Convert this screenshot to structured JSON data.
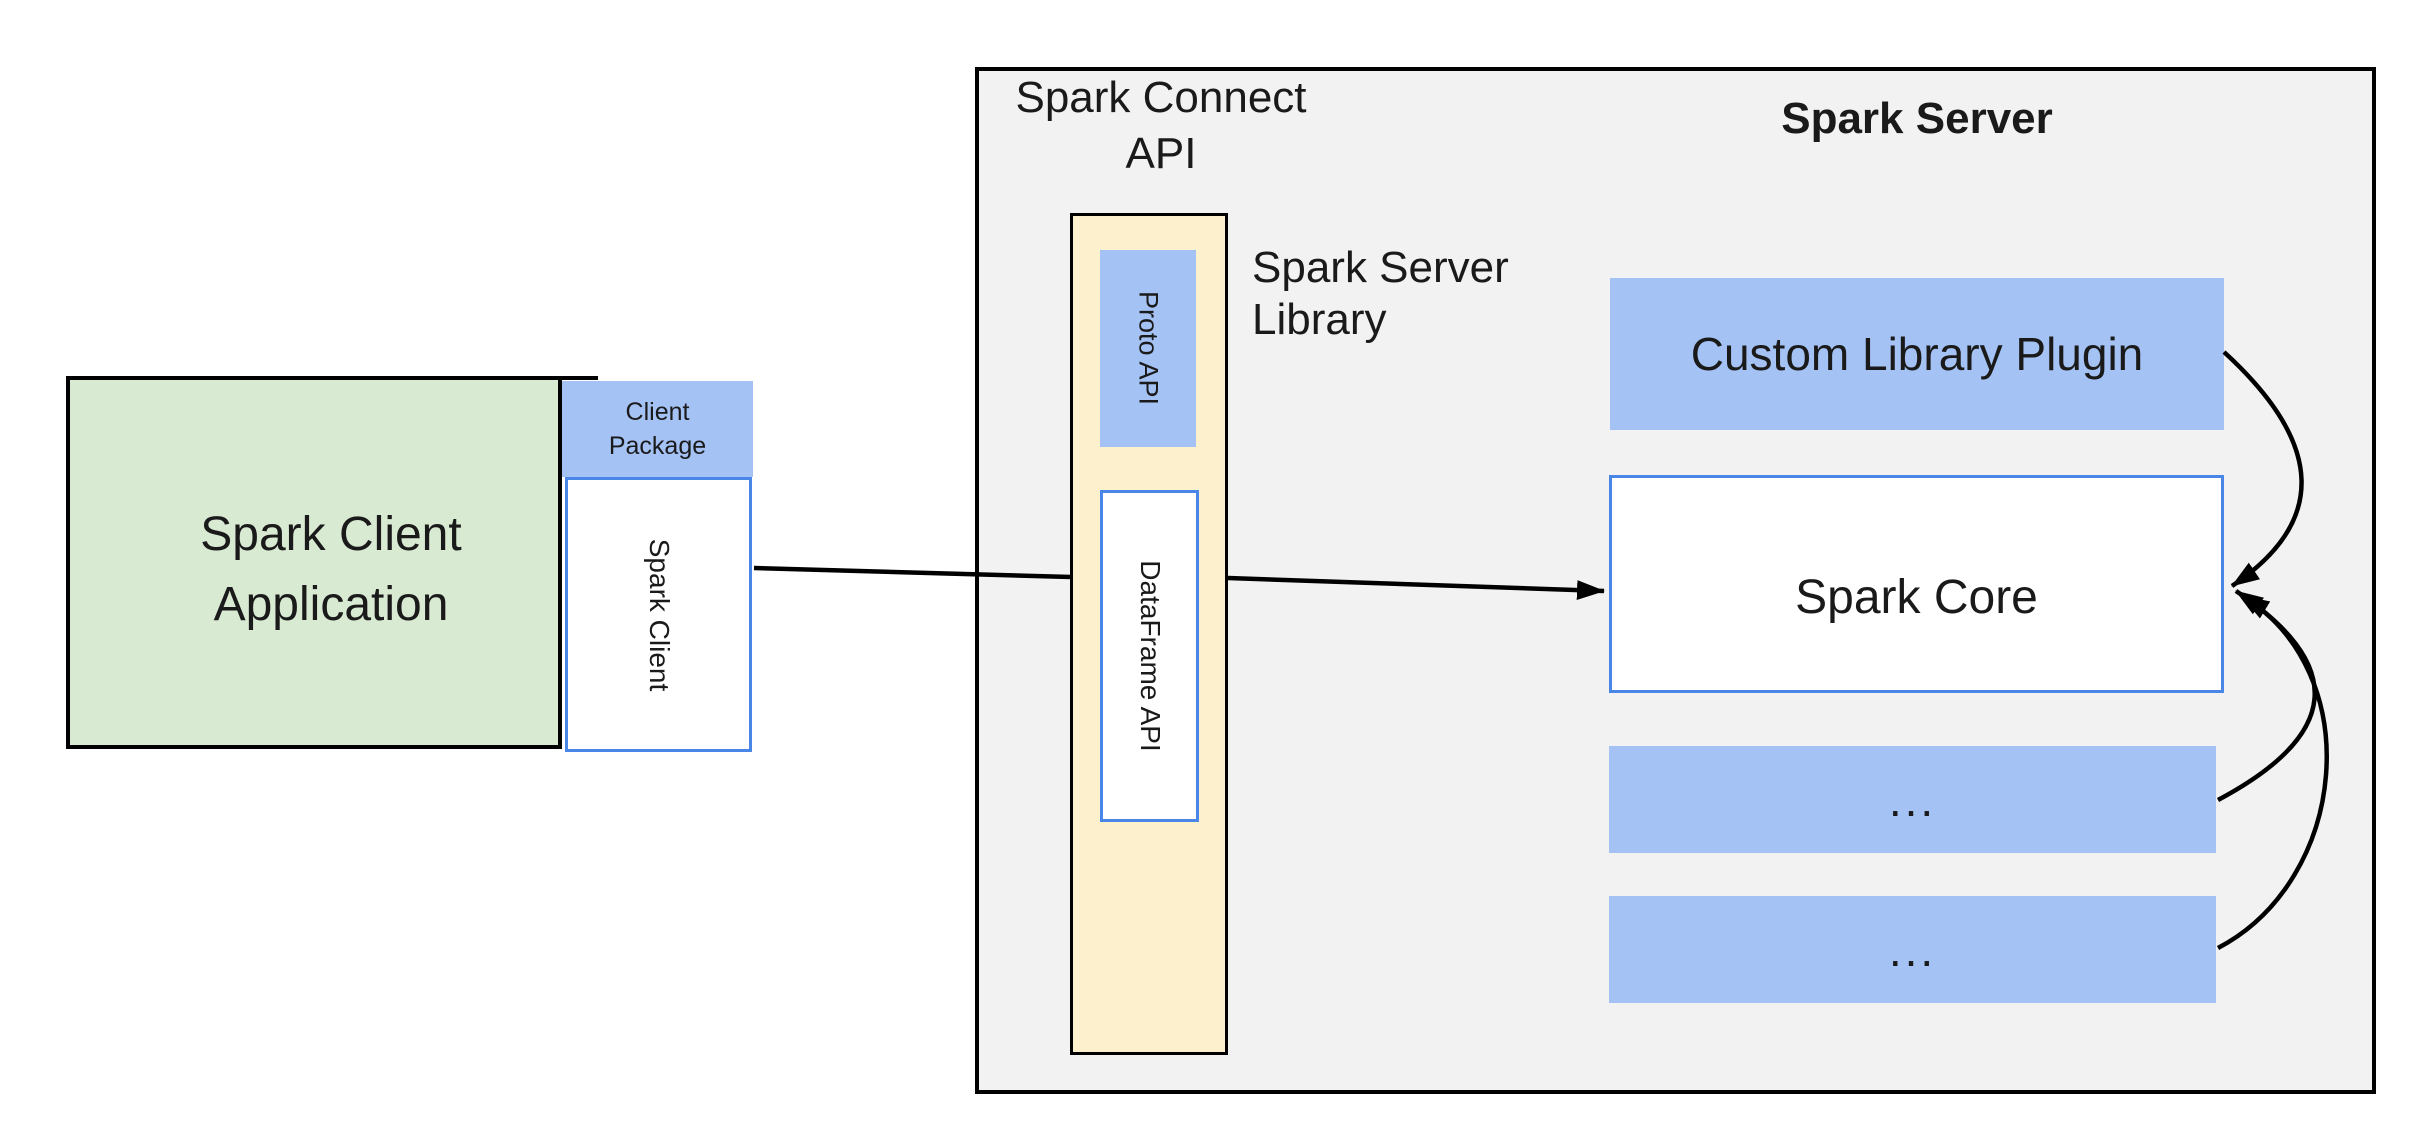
{
  "client_side": {
    "application": {
      "line1": "Spark Client",
      "line2": "Application"
    },
    "client_package": {
      "line1": "Client",
      "line2": "Package"
    },
    "spark_client": "Spark Client"
  },
  "server_side": {
    "connect_api_label": {
      "line1": "Spark Connect",
      "line2": "API"
    },
    "server_title": "Spark Server",
    "proto_api": "Proto API",
    "dataframe_api": "DataFrame API",
    "server_library_label": {
      "line1": "Spark Server",
      "line2": "Library"
    },
    "custom_library_plugin": "Custom Library Plugin",
    "spark_core": "Spark Core",
    "extension_box_1": "...",
    "extension_box_2": "..."
  },
  "colors": {
    "client_app_fill": "#d9ead3",
    "blue_fill": "#a4c2f4",
    "connect_api_fill": "#fdf0cd",
    "server_fill": "#f2f2f2",
    "blue_border": "#4a86e8",
    "outline": "#000000"
  }
}
